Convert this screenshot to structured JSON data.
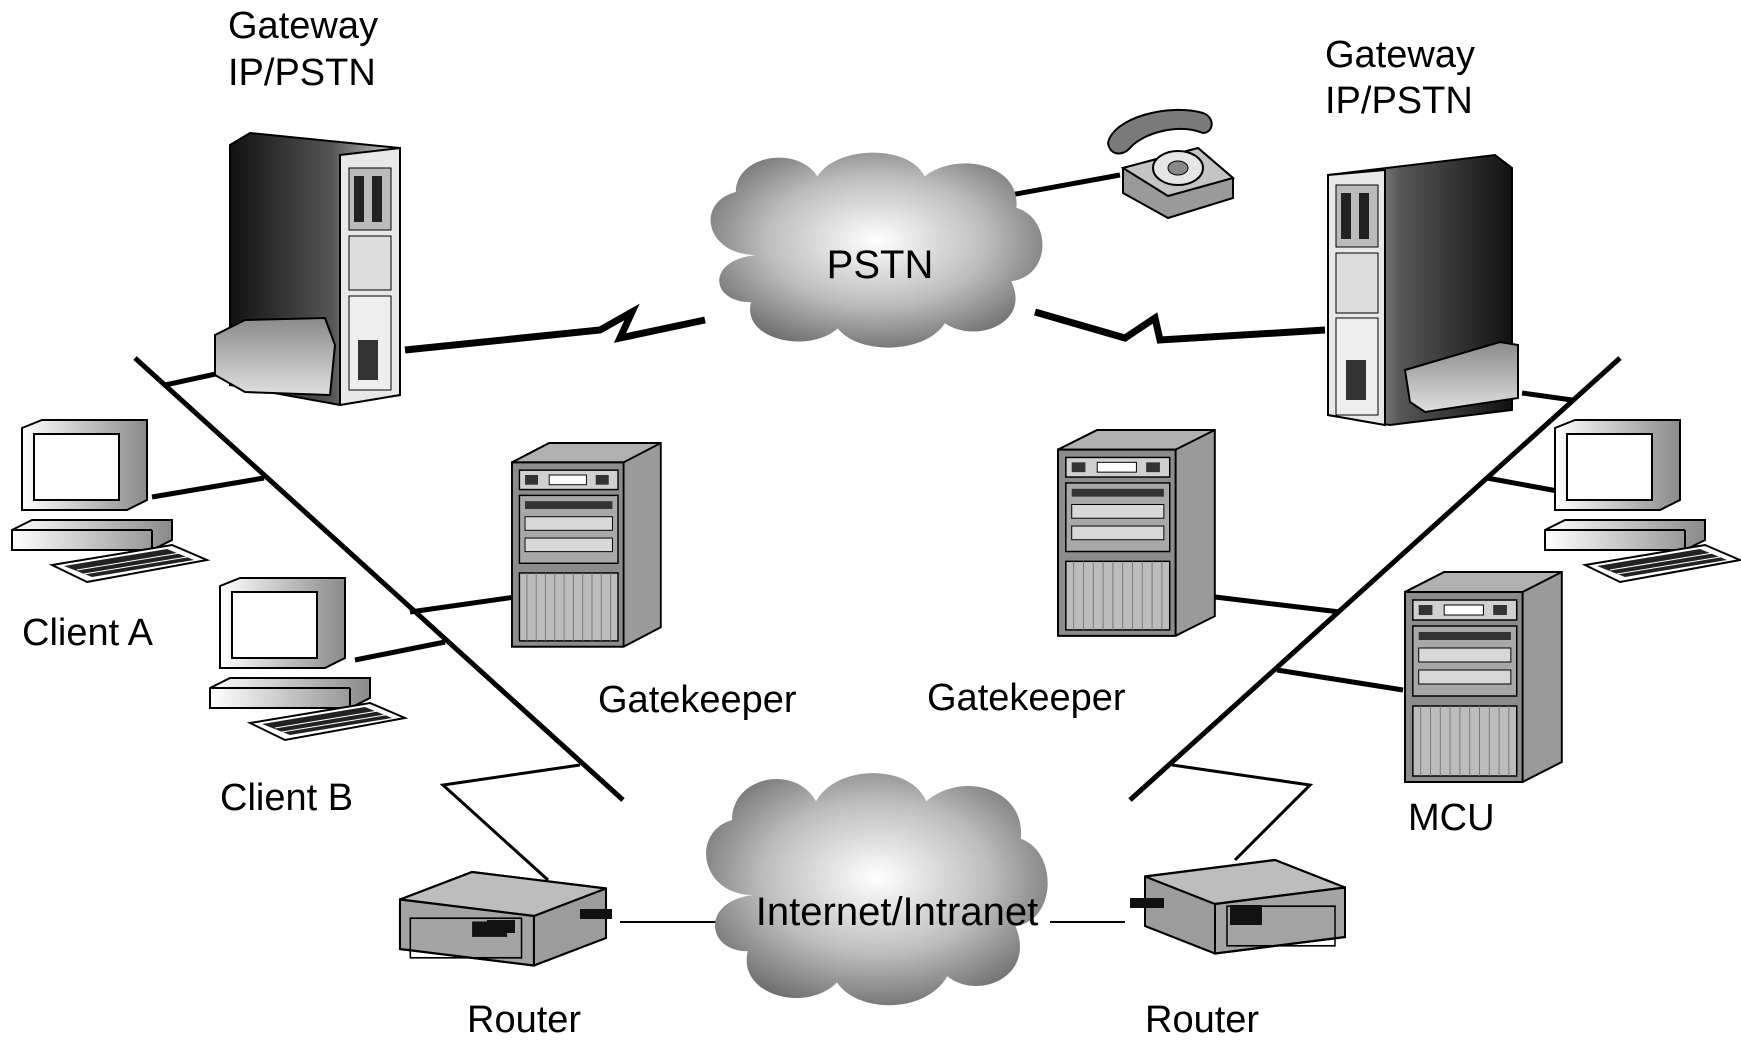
{
  "labels": {
    "gateway_left_line1": "Gateway",
    "gateway_left_line2": "IP/PSTN",
    "gateway_right_line1": "Gateway",
    "gateway_right_line2": "IP/PSTN",
    "pstn": "PSTN",
    "internet": "Internet/Intranet",
    "client_a": "Client A",
    "client_b": "Client B",
    "gatekeeper_left": "Gatekeeper",
    "gatekeeper_right": "Gatekeeper",
    "mcu": "MCU",
    "router_left": "Router",
    "router_right": "Router"
  },
  "colors": {
    "line": "#000000",
    "device_fill": "#8a8a8a",
    "device_light": "#c8c8c8",
    "cloud_center": "#ffffff",
    "cloud_edge": "#6f6f6f"
  },
  "icons": [
    "server-tower-icon",
    "computer-icon",
    "router-icon",
    "cloud-icon",
    "telephone-icon"
  ]
}
